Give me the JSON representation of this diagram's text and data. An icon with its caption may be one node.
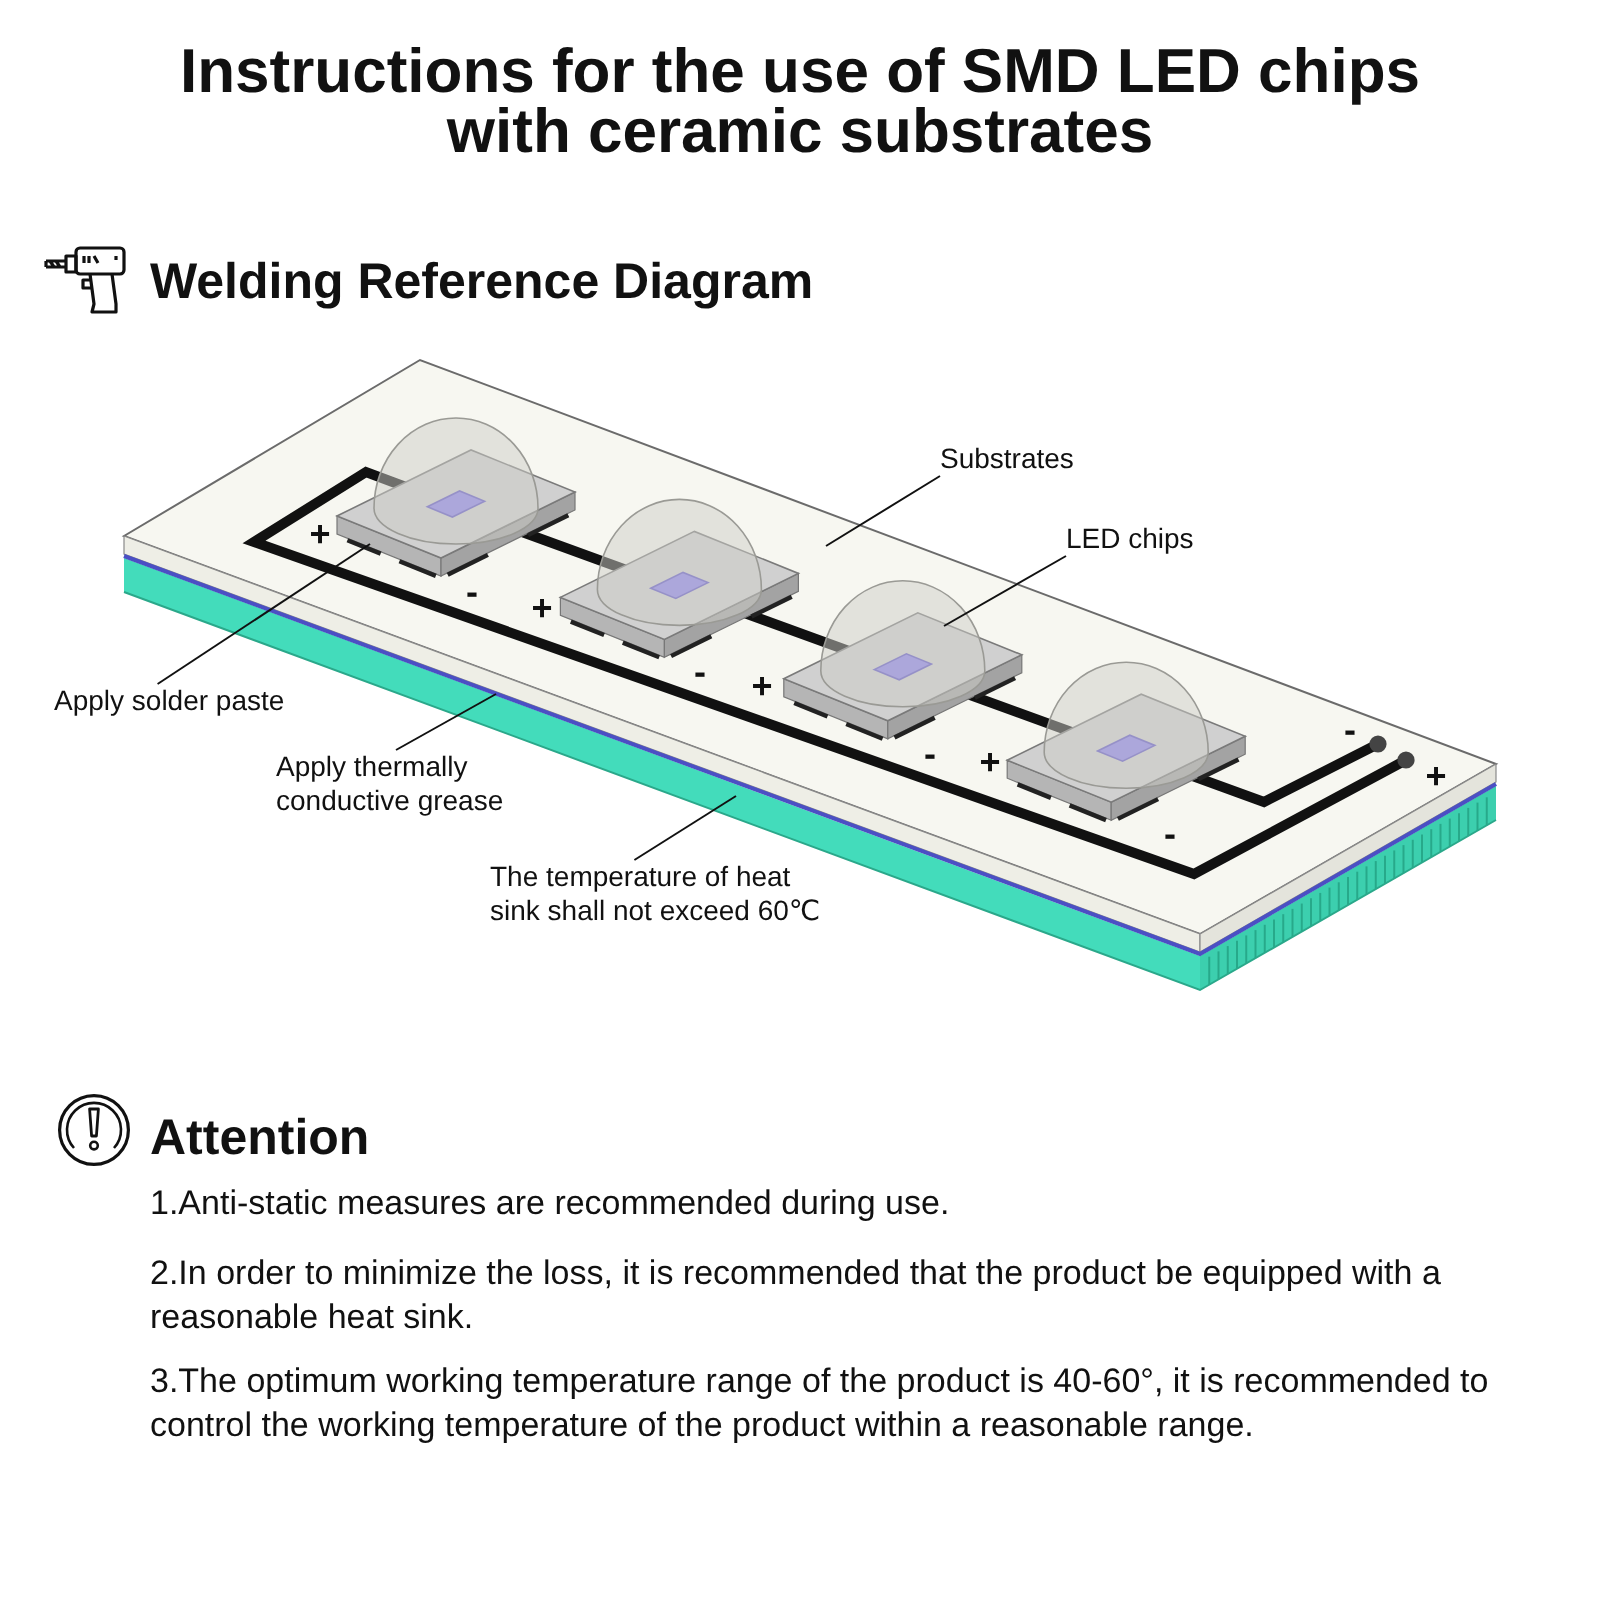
{
  "diagram": {
    "title": "Instructions for the use of SMD LED chips with ceramic substrates",
    "nodes": [
      {
        "text": [
          "Substrates"
        ]
      },
      {
        "text": [
          "LED chips"
        ]
      },
      {
        "text": [
          "Apply solder paste"
        ]
      },
      {
        "text": [
          "Apply thermally conductive grease"
        ]
      },
      {
        "text": [
          "The temperature of heat sink shall not exceed 60℃"
        ]
      }
    ],
    "edges": [
      {
        "from": 0,
        "to": null,
        "arrow": "none"
      },
      {
        "from": 1,
        "to": null,
        "arrow": "none"
      },
      {
        "from": 2,
        "to": null,
        "arrow": "none"
      },
      {
        "from": 3,
        "to": null,
        "arrow": "none"
      },
      {
        "from": 4,
        "to": null,
        "arrow": "none"
      }
    ],
    "labels": [
      "Welding Reference Diagram",
      "+",
      "-",
      "+",
      "-",
      "+",
      "-",
      "+",
      "-",
      "-",
      "+",
      "Attention",
      "1.Anti-static measures are recommended during use.",
      "2.In order to minimize the loss, it is recommended that the product be equipped with a reasonable heat sink.",
      "3.The optimum working temperature range of the product is 40-60°, it is recommended to control the working temperature of the product within a reasonable range."
    ]
  }
}
